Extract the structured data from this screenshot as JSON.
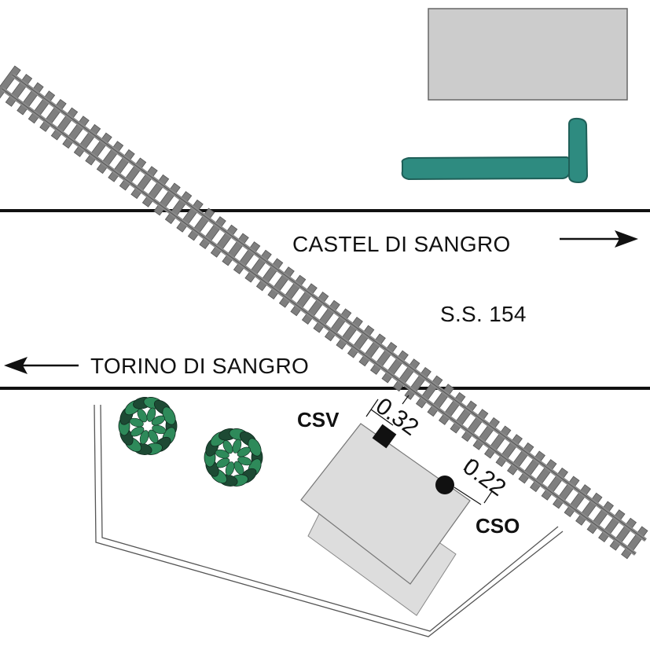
{
  "labels": {
    "castel_di_sangro": "CASTEL DI SANGRO",
    "torino_di_sangro": "TORINO DI SANGRO",
    "road_number": "S.S. 154",
    "csv": "CSV",
    "cso": "CSO",
    "dim_csv": "0.32",
    "dim_cso": "0.22"
  },
  "colors": {
    "road_line": "#111111",
    "rail_tie": "#7f7f7f",
    "rail": "#8a8a8a",
    "building": "#cccccc",
    "slab": "#dddddd",
    "wall": "#2e8b80",
    "tree_dark": "#1d4a34",
    "tree_light": "#2e8a5a"
  },
  "icons": [
    "arrow-right-icon",
    "arrow-left-icon",
    "tree-icon",
    "railway-track",
    "station-csv-square",
    "station-cso-circle"
  ]
}
